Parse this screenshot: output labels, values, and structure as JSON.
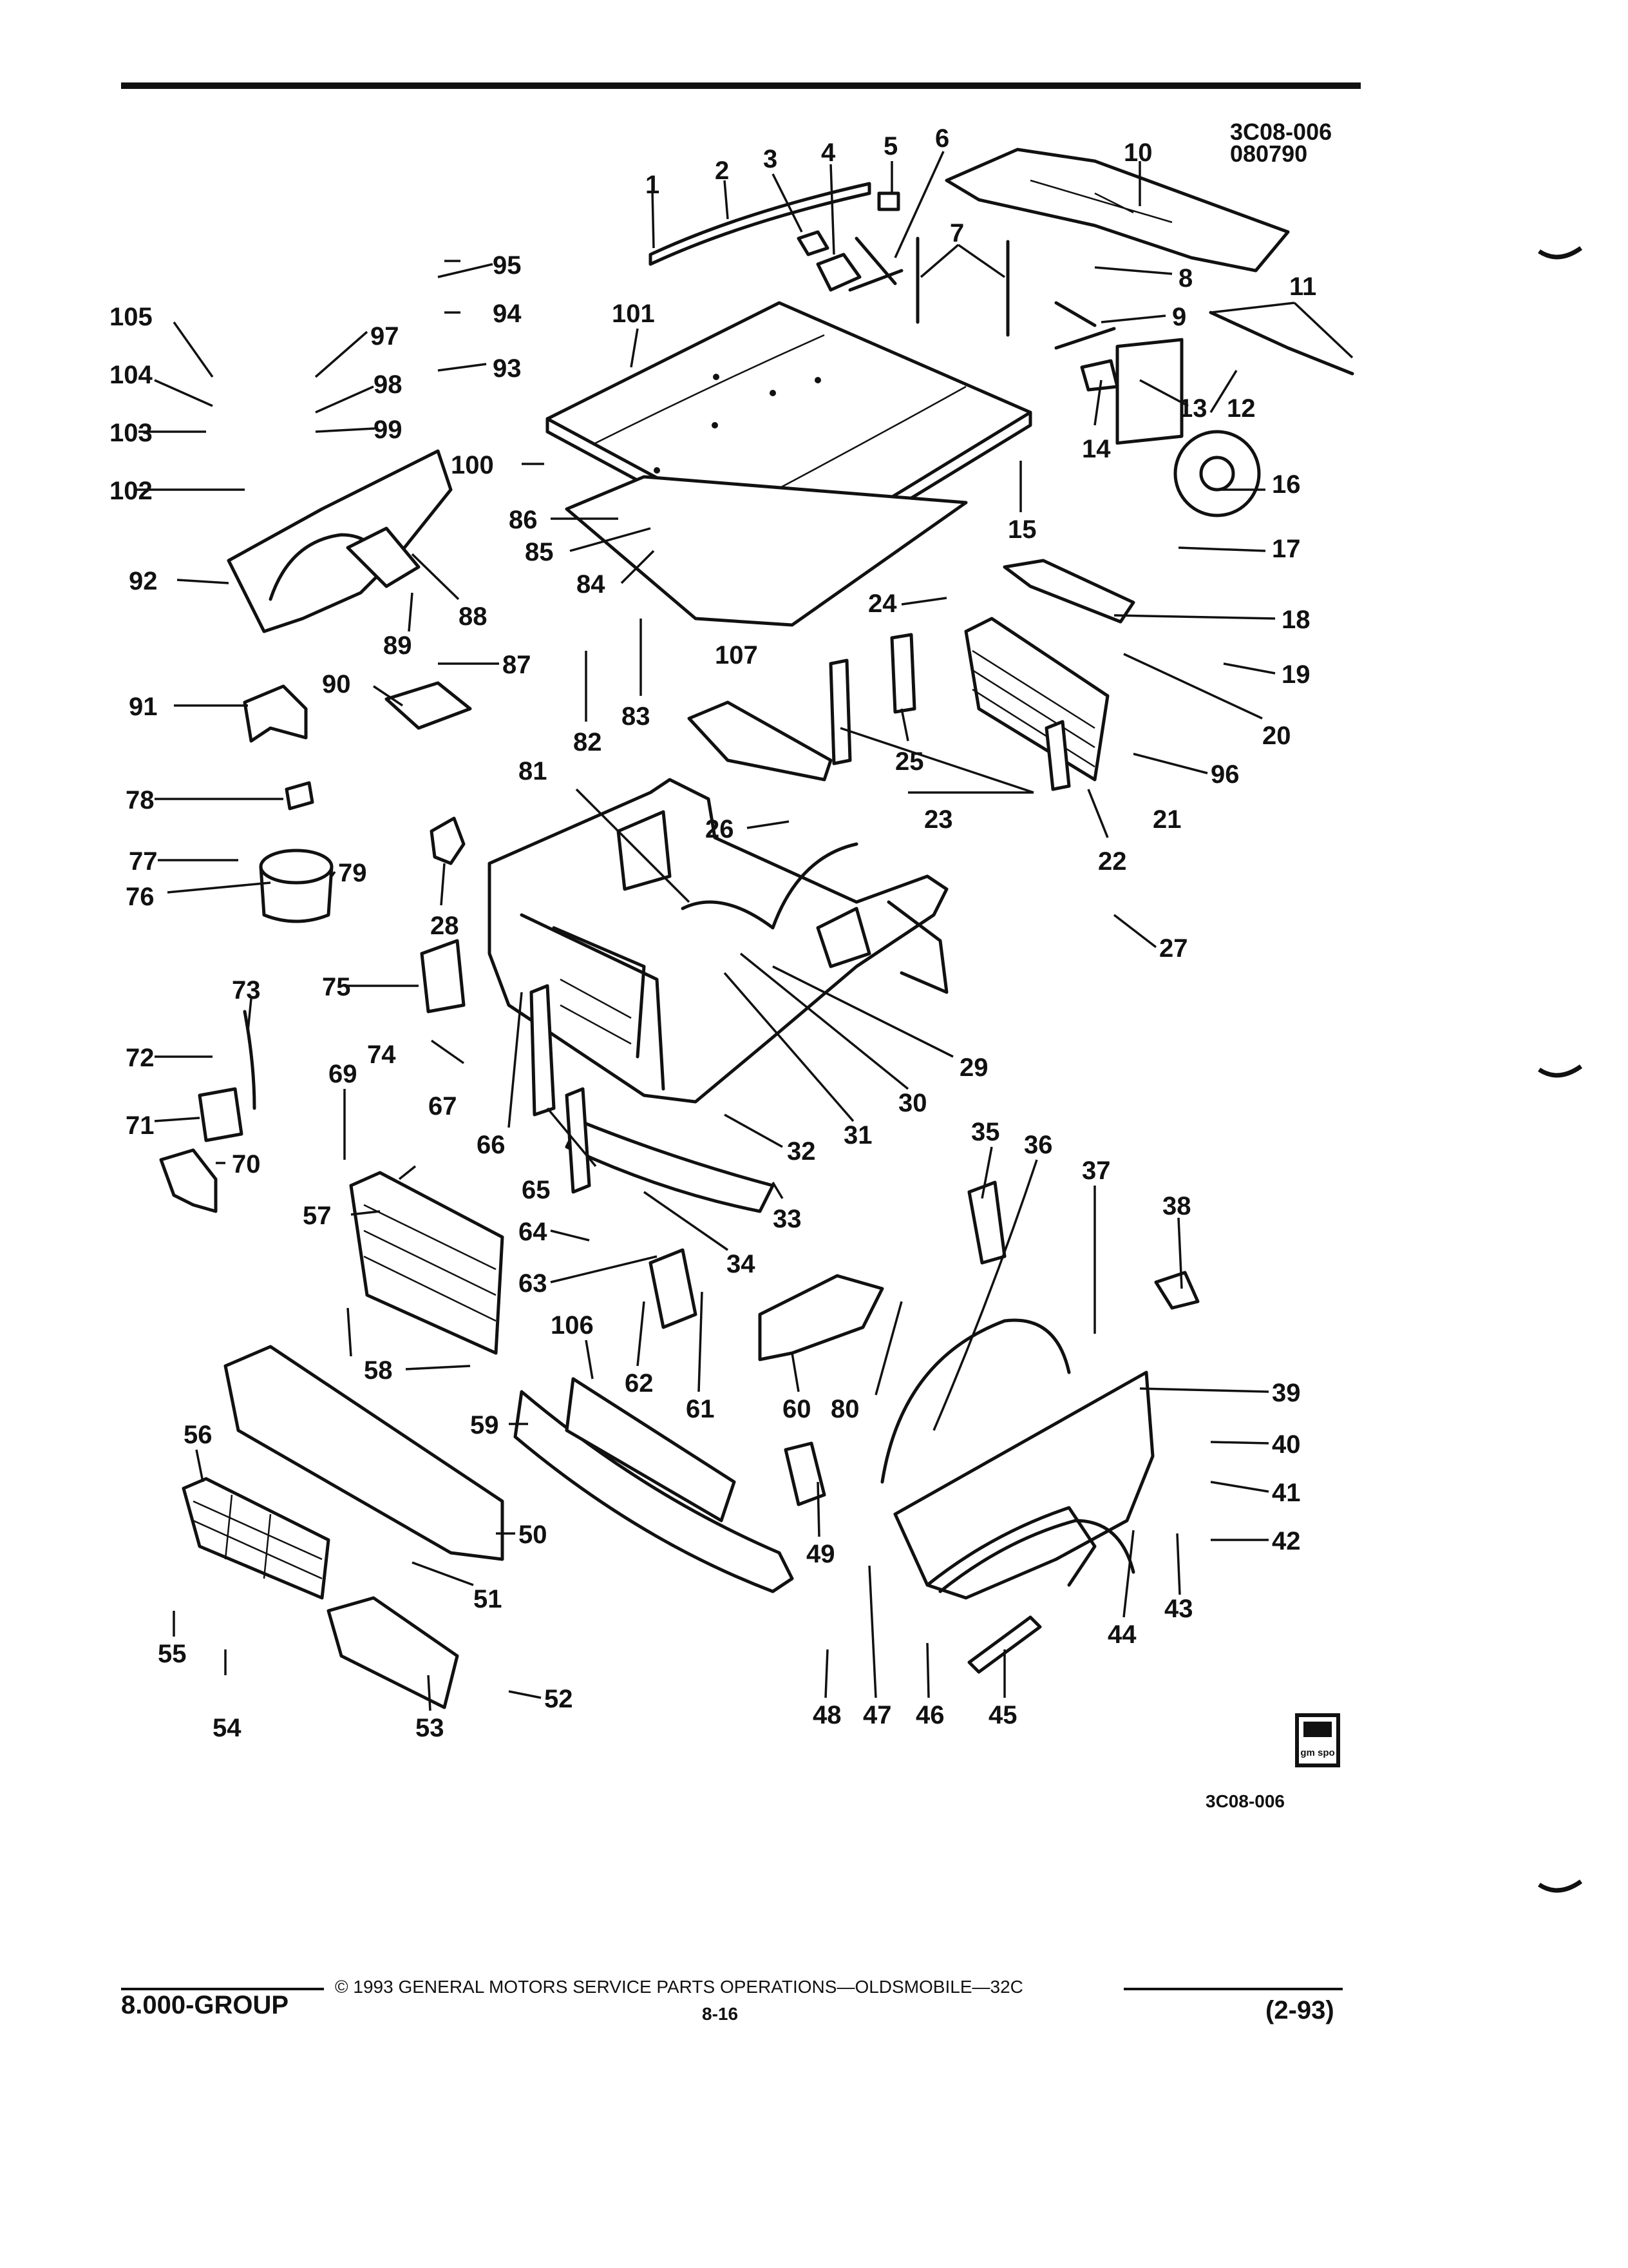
{
  "header": {
    "ref_code_line1": "3C08-006",
    "ref_code_line2": "080790"
  },
  "figure_code": "3C08-006",
  "footer": {
    "group": "8.000-GROUP",
    "copyright": "© 1993 GENERAL MOTORS SERVICE PARTS OPERATIONS—OLDSMOBILE—32C",
    "page": "8-16",
    "date_code": "(2-93)"
  },
  "badge_text": "gm spo",
  "callouts": [
    "1",
    "2",
    "3",
    "4",
    "5",
    "6",
    "7",
    "8",
    "9",
    "10",
    "11",
    "12",
    "13",
    "14",
    "15",
    "16",
    "17",
    "18",
    "19",
    "20",
    "21",
    "22",
    "23",
    "24",
    "25",
    "26",
    "27",
    "28",
    "29",
    "30",
    "31",
    "32",
    "33",
    "34",
    "35",
    "36",
    "37",
    "38",
    "39",
    "40",
    "41",
    "42",
    "43",
    "44",
    "45",
    "46",
    "47",
    "48",
    "49",
    "50",
    "51",
    "52",
    "53",
    "54",
    "55",
    "56",
    "57",
    "58",
    "59",
    "60",
    "61",
    "62",
    "63",
    "64",
    "65",
    "66",
    "67",
    "69",
    "70",
    "71",
    "72",
    "73",
    "74",
    "75",
    "76",
    "77",
    "78",
    "79",
    "80",
    "81",
    "82",
    "83",
    "84",
    "85",
    "86",
    "87",
    "88",
    "89",
    "90",
    "91",
    "92",
    "93",
    "94",
    "95",
    "96",
    "97",
    "98",
    "99",
    "100",
    "101",
    "102",
    "103",
    "104",
    "105",
    "106",
    "107"
  ]
}
